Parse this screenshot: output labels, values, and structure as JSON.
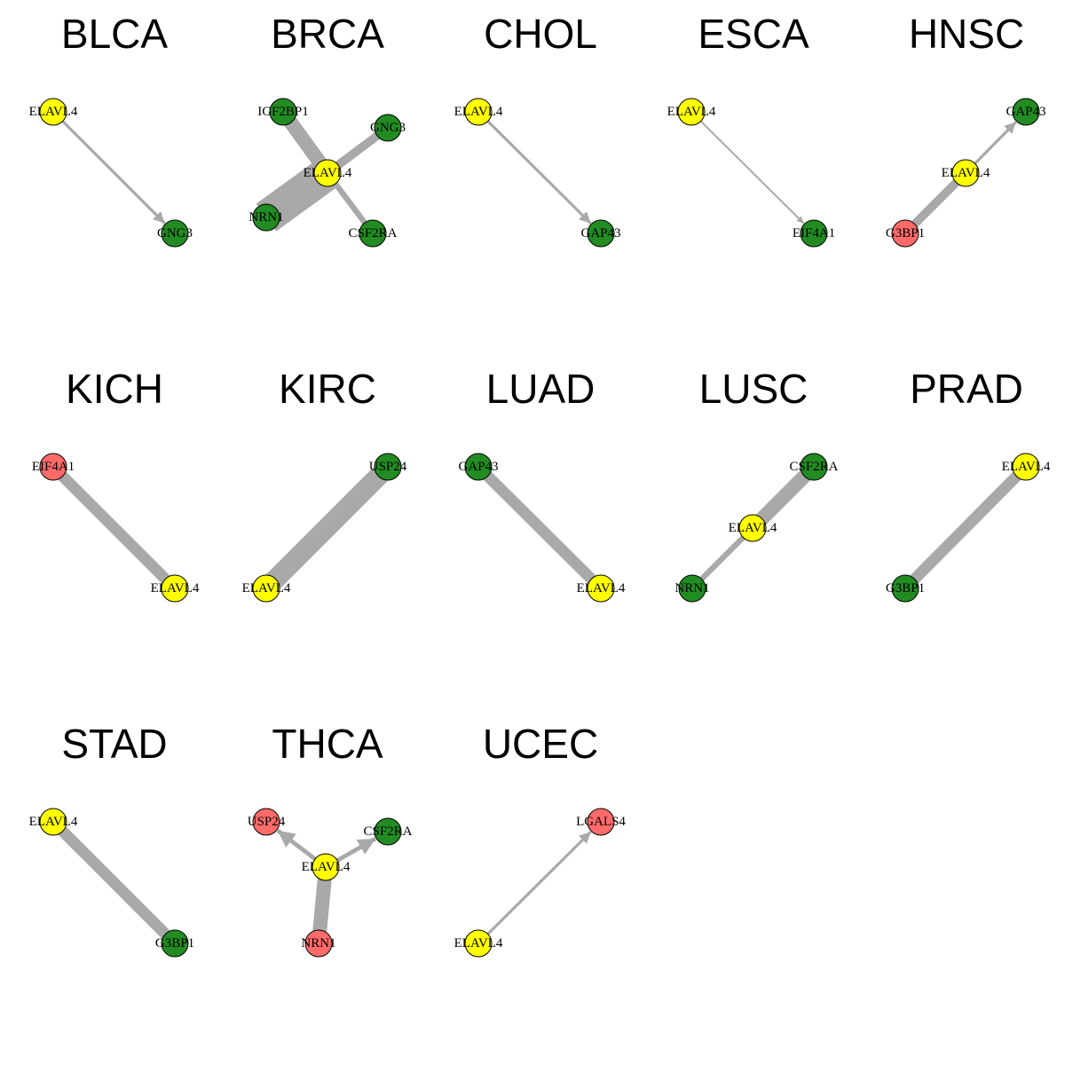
{
  "colors": {
    "edge": "#a9a9a9",
    "yellow": "#ffff00",
    "green": "#228b22",
    "red": "#ff6a6a"
  },
  "panels": [
    {
      "title": "BLCA",
      "nodes": [
        {
          "id": "ELAVL4",
          "color": "yellow"
        },
        {
          "id": "GNG3",
          "color": "green"
        }
      ],
      "edges": [
        {
          "from": "ELAVL4",
          "to": "GNG3",
          "weight": 1,
          "directed": true
        }
      ]
    },
    {
      "title": "BRCA",
      "nodes": [
        {
          "id": "IGF2BP1",
          "color": "green"
        },
        {
          "id": "GNG3",
          "color": "green"
        },
        {
          "id": "ELAVL4",
          "color": "yellow"
        },
        {
          "id": "NRN1",
          "color": "green"
        },
        {
          "id": "CSF2RA",
          "color": "green"
        }
      ],
      "edges": [
        {
          "from": "IGF2BP1",
          "to": "ELAVL4",
          "weight": 5,
          "directed": false
        },
        {
          "from": "GNG3",
          "to": "ELAVL4",
          "weight": 3,
          "directed": false
        },
        {
          "from": "ELAVL4",
          "to": "CSF2RA",
          "weight": 2,
          "directed": false
        },
        {
          "from": "ELAVL4",
          "to": "NRN1",
          "weight": 12,
          "directed": false
        }
      ]
    },
    {
      "title": "CHOL",
      "nodes": [
        {
          "id": "ELAVL4",
          "color": "yellow"
        },
        {
          "id": "GAP43",
          "color": "green"
        }
      ],
      "edges": [
        {
          "from": "ELAVL4",
          "to": "GAP43",
          "weight": 1,
          "directed": true
        }
      ]
    },
    {
      "title": "ESCA",
      "nodes": [
        {
          "id": "ELAVL4",
          "color": "yellow"
        },
        {
          "id": "EIF4A1",
          "color": "green"
        }
      ],
      "edges": [
        {
          "from": "ELAVL4",
          "to": "EIF4A1",
          "weight": 0.6,
          "directed": true
        }
      ]
    },
    {
      "title": "HNSC",
      "nodes": [
        {
          "id": "GAP43",
          "color": "green"
        },
        {
          "id": "ELAVL4",
          "color": "yellow"
        },
        {
          "id": "G3BP1",
          "color": "red"
        }
      ],
      "edges": [
        {
          "from": "ELAVL4",
          "to": "GAP43",
          "weight": 1,
          "directed": true
        },
        {
          "from": "G3BP1",
          "to": "ELAVL4",
          "weight": 3,
          "directed": false
        }
      ]
    },
    {
      "title": "KICH",
      "nodes": [
        {
          "id": "EIF4A1",
          "color": "red"
        },
        {
          "id": "ELAVL4",
          "color": "yellow"
        }
      ],
      "edges": [
        {
          "from": "EIF4A1",
          "to": "ELAVL4",
          "weight": 4,
          "directed": false
        }
      ]
    },
    {
      "title": "KIRC",
      "nodes": [
        {
          "id": "USP24",
          "color": "green"
        },
        {
          "id": "ELAVL4",
          "color": "yellow"
        }
      ],
      "edges": [
        {
          "from": "USP24",
          "to": "ELAVL4",
          "weight": 7,
          "directed": false
        }
      ]
    },
    {
      "title": "LUAD",
      "nodes": [
        {
          "id": "GAP43",
          "color": "green"
        },
        {
          "id": "ELAVL4",
          "color": "yellow"
        }
      ],
      "edges": [
        {
          "from": "GAP43",
          "to": "ELAVL4",
          "weight": 4,
          "directed": false
        }
      ]
    },
    {
      "title": "LUSC",
      "nodes": [
        {
          "id": "CSF2RA",
          "color": "green"
        },
        {
          "id": "ELAVL4",
          "color": "yellow"
        },
        {
          "id": "NRN1",
          "color": "green"
        }
      ],
      "edges": [
        {
          "from": "CSF2RA",
          "to": "ELAVL4",
          "weight": 5,
          "directed": false
        },
        {
          "from": "ELAVL4",
          "to": "NRN1",
          "weight": 2,
          "directed": false
        }
      ]
    },
    {
      "title": "PRAD",
      "nodes": [
        {
          "id": "ELAVL4",
          "color": "yellow"
        },
        {
          "id": "G3BP1",
          "color": "green"
        }
      ],
      "edges": [
        {
          "from": "ELAVL4",
          "to": "G3BP1",
          "weight": 4,
          "directed": false
        }
      ]
    },
    {
      "title": "STAD",
      "nodes": [
        {
          "id": "ELAVL4",
          "color": "yellow"
        },
        {
          "id": "G3BP1",
          "color": "green"
        }
      ],
      "edges": [
        {
          "from": "ELAVL4",
          "to": "G3BP1",
          "weight": 4,
          "directed": false
        }
      ]
    },
    {
      "title": "THCA",
      "nodes": [
        {
          "id": "USP24",
          "color": "red"
        },
        {
          "id": "CSF2RA",
          "color": "green"
        },
        {
          "id": "ELAVL4",
          "color": "yellow"
        },
        {
          "id": "NRN1",
          "color": "red"
        }
      ],
      "edges": [
        {
          "from": "ELAVL4",
          "to": "USP24",
          "weight": 1.5,
          "directed": true
        },
        {
          "from": "ELAVL4",
          "to": "CSF2RA",
          "weight": 1.5,
          "directed": true
        },
        {
          "from": "ELAVL4",
          "to": "NRN1",
          "weight": 5,
          "directed": false
        }
      ]
    },
    {
      "title": "UCEC",
      "nodes": [
        {
          "id": "LGALS4",
          "color": "red"
        },
        {
          "id": "ELAVL4",
          "color": "yellow"
        }
      ],
      "edges": [
        {
          "from": "ELAVL4",
          "to": "LGALS4",
          "weight": 1,
          "directed": true
        }
      ]
    }
  ]
}
